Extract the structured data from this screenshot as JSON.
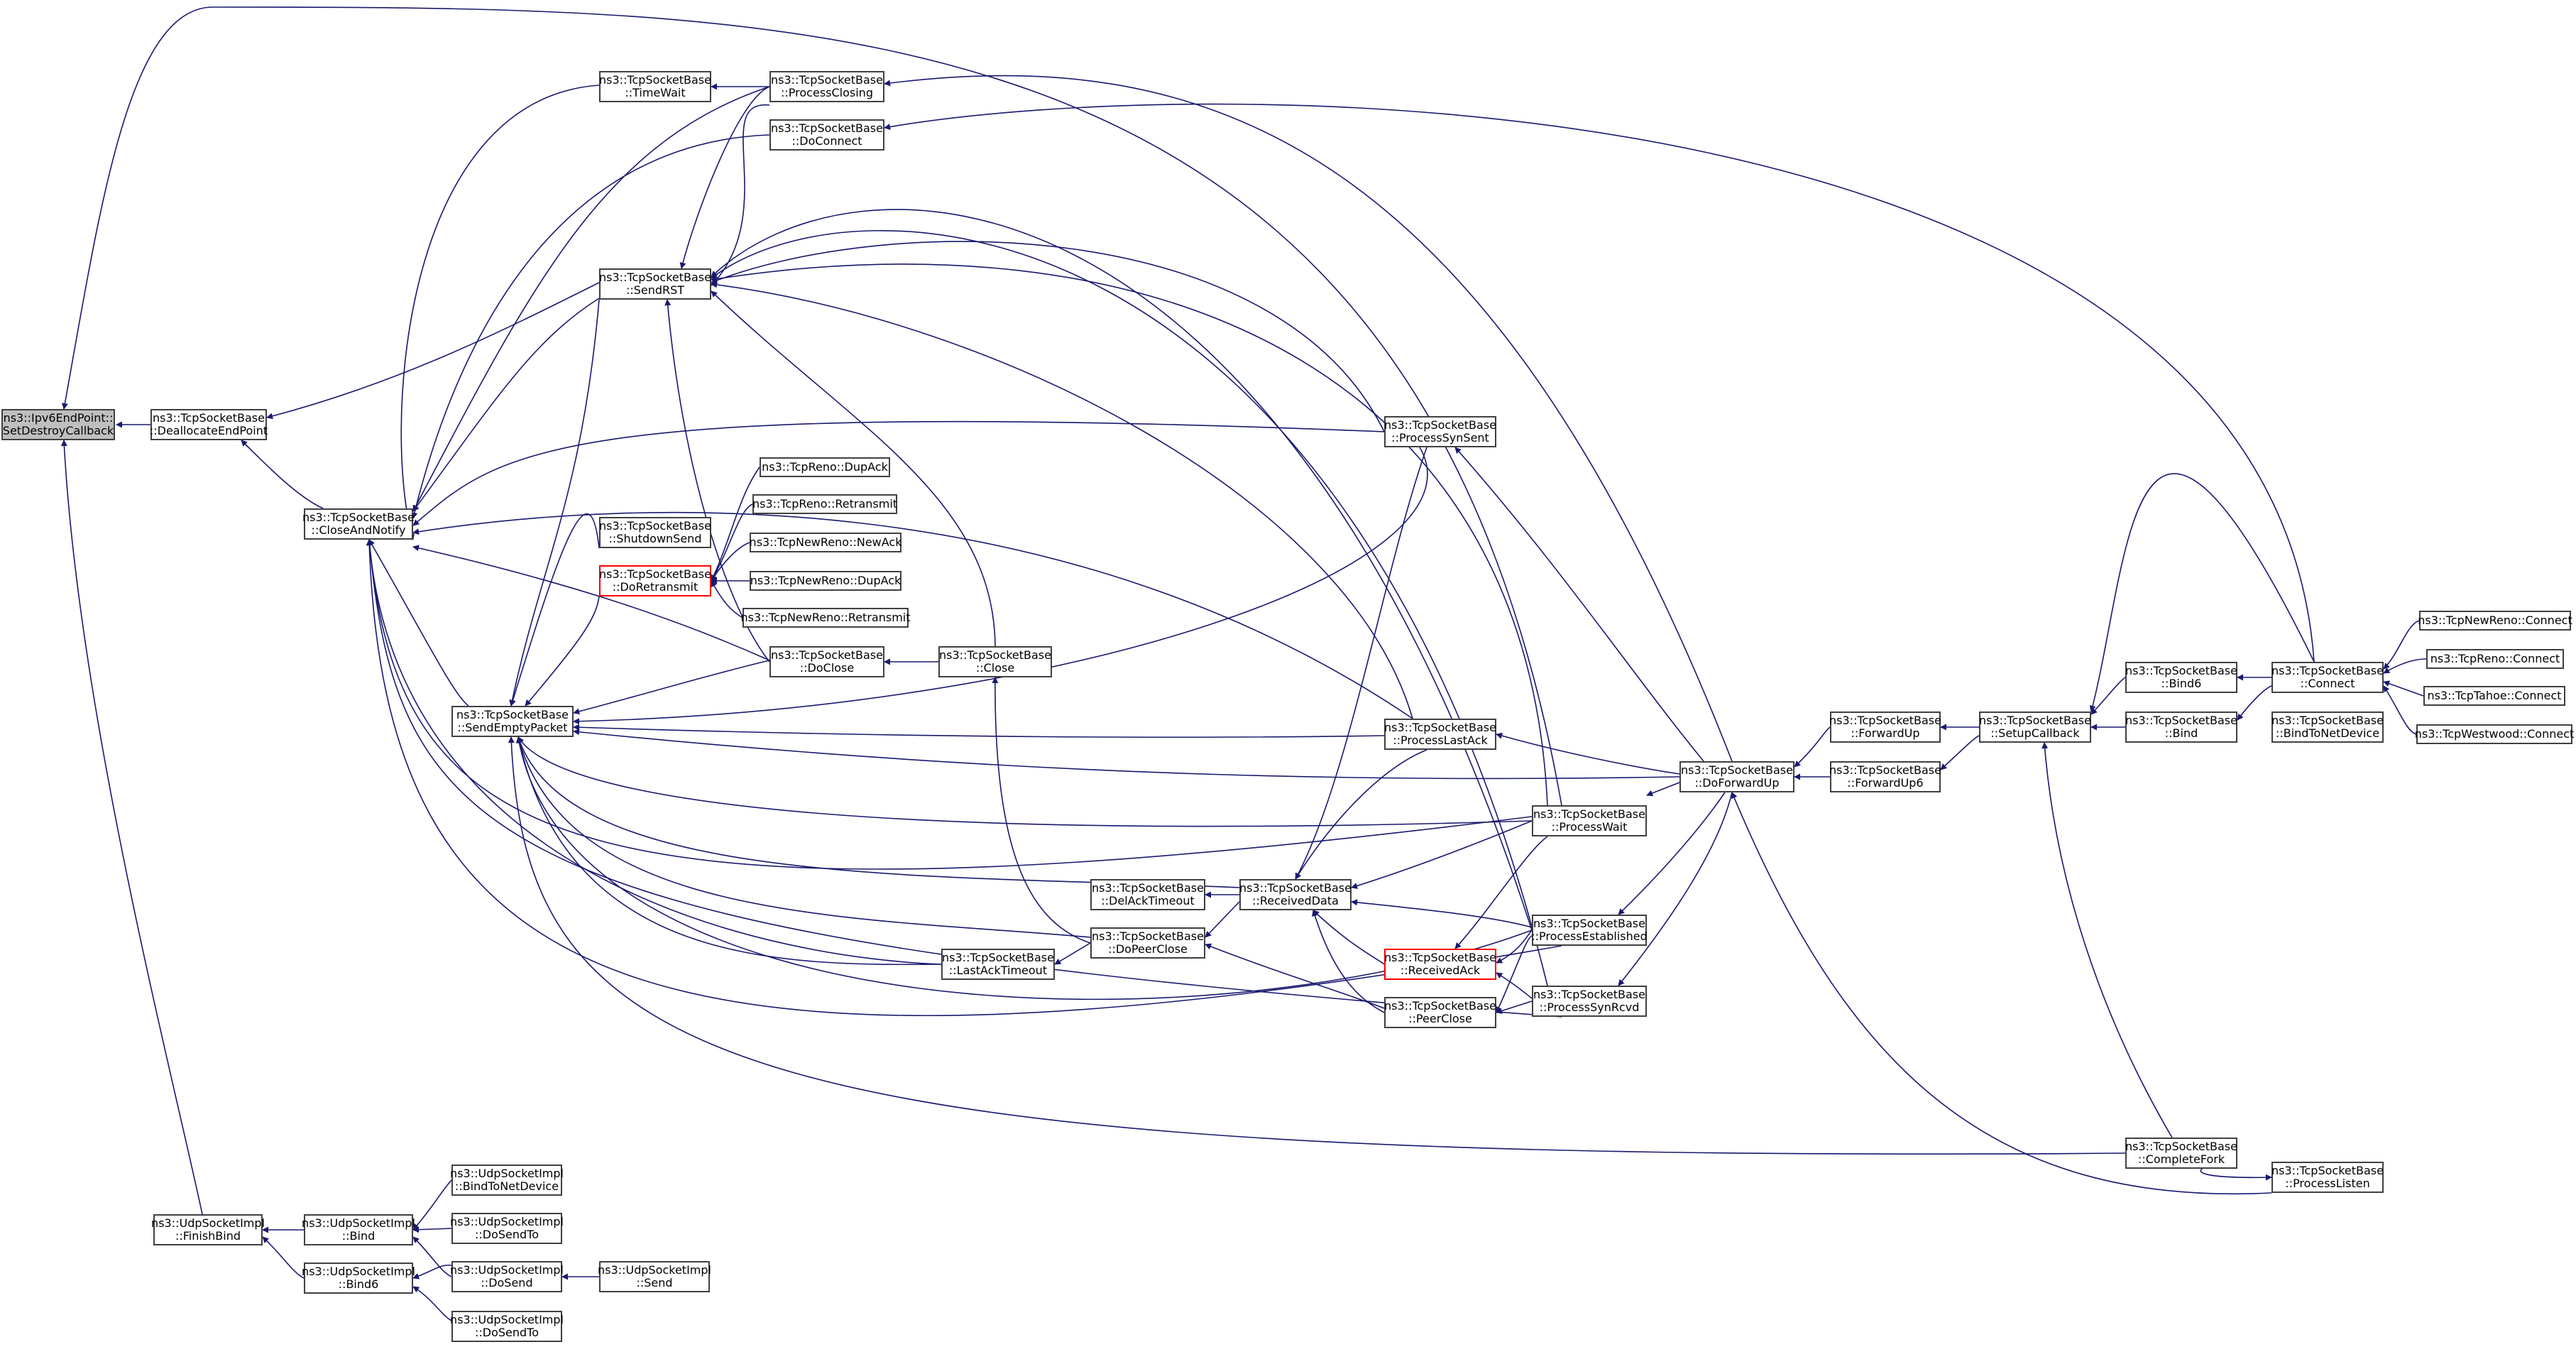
{
  "colors": {
    "edge": "#191970",
    "node_border": "#404040",
    "root_fill": "#bfbfbf",
    "highlight_border": "#ff0000",
    "background": "#ffffff"
  },
  "nodes": {
    "root": {
      "l1": "ns3::Ipv6EndPoint::",
      "l2": "SetDestroyCallback"
    },
    "deallocate": {
      "l1": "ns3::TcpSocketBase",
      "l2": "::DeallocateEndPoint"
    },
    "closenotify": {
      "l1": "ns3::TcpSocketBase",
      "l2": "::CloseAndNotify"
    },
    "finishbind": {
      "l1": "ns3::UdpSocketImpl",
      "l2": "::FinishBind"
    },
    "timewait": {
      "l1": "ns3::TcpSocketBase",
      "l2": "::TimeWait"
    },
    "sendrst": {
      "l1": "ns3::TcpSocketBase",
      "l2": "::SendRST"
    },
    "shutdownsend": {
      "l1": "ns3::TcpSocketBase",
      "l2": "::ShutdownSend"
    },
    "doretransmit": {
      "l1": "ns3::TcpSocketBase",
      "l2": "::DoRetransmit"
    },
    "sendempty": {
      "l1": "ns3::TcpSocketBase",
      "l2": "::SendEmptyPacket"
    },
    "processclosing": {
      "l1": "ns3::TcpSocketBase",
      "l2": "::ProcessClosing"
    },
    "doconnect": {
      "l1": "ns3::TcpSocketBase",
      "l2": "::DoConnect"
    },
    "renodupack": {
      "l1": "ns3::TcpReno::DupAck"
    },
    "renoretransmit": {
      "l1": "ns3::TcpReno::Retransmit"
    },
    "newrenonewack": {
      "l1": "ns3::TcpNewReno::NewAck"
    },
    "newrenodupack": {
      "l1": "ns3::TcpNewReno::DupAck"
    },
    "newrenoretransmit": {
      "l1": "ns3::TcpNewReno::Retransmit"
    },
    "doclose": {
      "l1": "ns3::TcpSocketBase",
      "l2": "::DoClose"
    },
    "close": {
      "l1": "ns3::TcpSocketBase",
      "l2": "::Close"
    },
    "lastacktimeout": {
      "l1": "ns3::TcpSocketBase",
      "l2": "::LastAckTimeout"
    },
    "delacktimeout": {
      "l1": "ns3::TcpSocketBase",
      "l2": "::DelAckTimeout"
    },
    "dopeerclose": {
      "l1": "ns3::TcpSocketBase",
      "l2": "::DoPeerClose"
    },
    "receiveddata": {
      "l1": "ns3::TcpSocketBase",
      "l2": "::ReceivedData"
    },
    "receivedack": {
      "l1": "ns3::TcpSocketBase",
      "l2": "::ReceivedAck"
    },
    "peerclose": {
      "l1": "ns3::TcpSocketBase",
      "l2": "::PeerClose"
    },
    "processsynsent": {
      "l1": "ns3::TcpSocketBase",
      "l2": "::ProcessSynSent"
    },
    "processlastack": {
      "l1": "ns3::TcpSocketBase",
      "l2": "::ProcessLastAck"
    },
    "processwait": {
      "l1": "ns3::TcpSocketBase",
      "l2": "::ProcessWait"
    },
    "processestablished": {
      "l1": "ns3::TcpSocketBase",
      "l2": "::ProcessEstablished"
    },
    "processsynrcvd": {
      "l1": "ns3::TcpSocketBase",
      "l2": "::ProcessSynRcvd"
    },
    "doforwardup": {
      "l1": "ns3::TcpSocketBase",
      "l2": "::DoForwardUp"
    },
    "forwardup": {
      "l1": "ns3::TcpSocketBase",
      "l2": "::ForwardUp"
    },
    "forwardup6": {
      "l1": "ns3::TcpSocketBase",
      "l2": "::ForwardUp6"
    },
    "setupcallback": {
      "l1": "ns3::TcpSocketBase",
      "l2": "::SetupCallback"
    },
    "bind6tcp": {
      "l1": "ns3::TcpSocketBase",
      "l2": "::Bind6"
    },
    "bindtcp": {
      "l1": "ns3::TcpSocketBase",
      "l2": "::Bind"
    },
    "connect": {
      "l1": "ns3::TcpSocketBase",
      "l2": "::Connect"
    },
    "bindtonetdev": {
      "l1": "ns3::TcpSocketBase",
      "l2": "::BindToNetDevice"
    },
    "newrenoconnect": {
      "l1": "ns3::TcpNewReno::Connect"
    },
    "renoconnect": {
      "l1": "ns3::TcpReno::Connect"
    },
    "tahoeconnect": {
      "l1": "ns3::TcpTahoe::Connect"
    },
    "westwoodconnect": {
      "l1": "ns3::TcpWestwood::Connect"
    },
    "completefork": {
      "l1": "ns3::TcpSocketBase",
      "l2": "::CompleteFork"
    },
    "processlisten": {
      "l1": "ns3::TcpSocketBase",
      "l2": "::ProcessListen"
    },
    "udpbind": {
      "l1": "ns3::UdpSocketImpl",
      "l2": "::Bind"
    },
    "udpbind6": {
      "l1": "ns3::UdpSocketImpl",
      "l2": "::Bind6"
    },
    "udpbindtonetdev": {
      "l1": "ns3::UdpSocketImpl",
      "l2": "::BindToNetDevice"
    },
    "udpdosendto1": {
      "l1": "ns3::UdpSocketImpl",
      "l2": "::DoSendTo"
    },
    "udpdosend": {
      "l1": "ns3::UdpSocketImpl",
      "l2": "::DoSend"
    },
    "udpdosendto2": {
      "l1": "ns3::UdpSocketImpl",
      "l2": "::DoSendTo"
    },
    "udpsend": {
      "l1": "ns3::UdpSocketImpl",
      "l2": "::Send"
    }
  }
}
